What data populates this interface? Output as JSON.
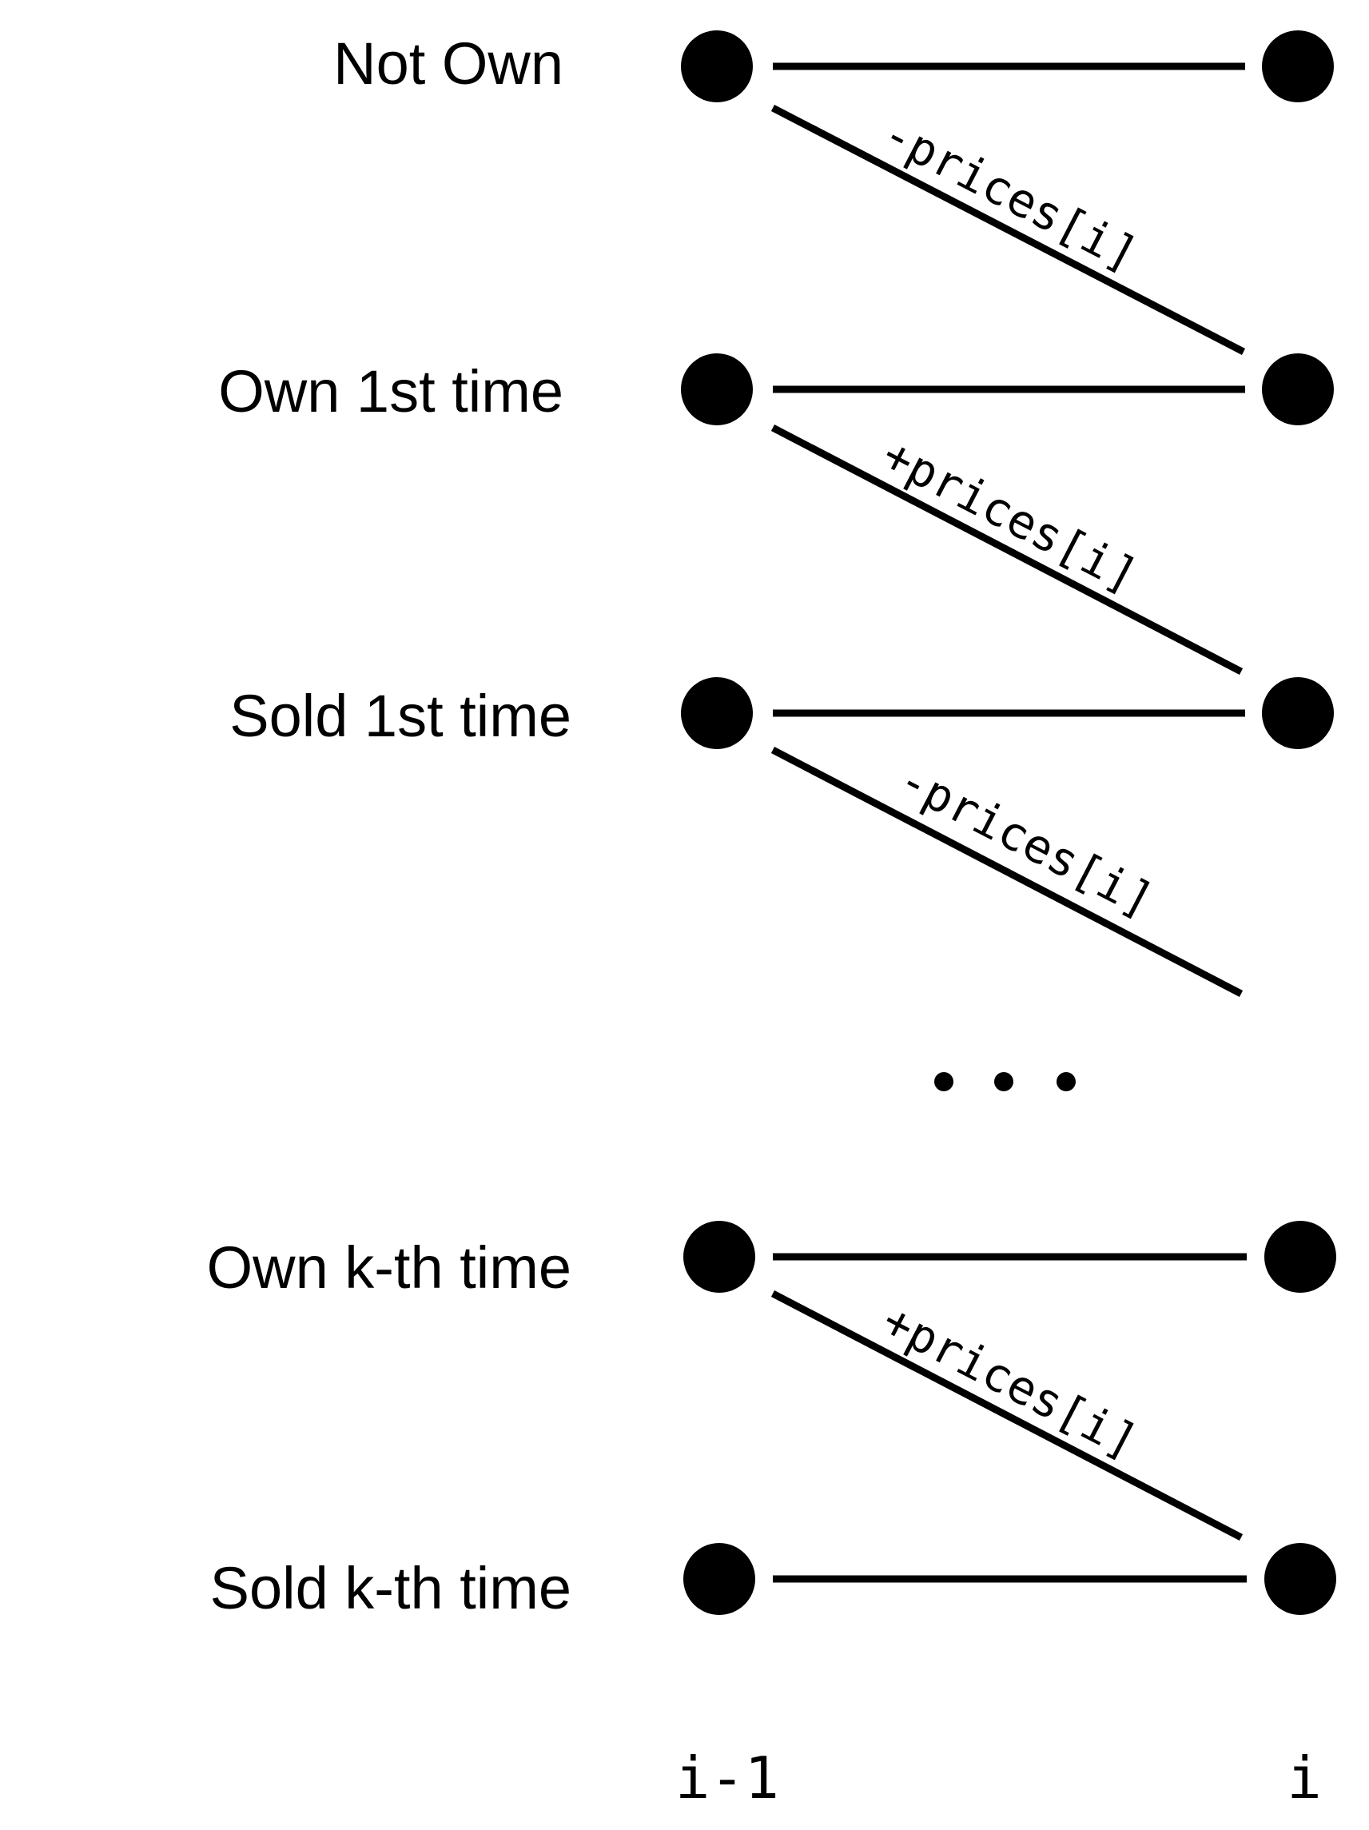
{
  "states": [
    {
      "label": "Not Own"
    },
    {
      "label": "Own 1st time"
    },
    {
      "label": "Sold 1st time"
    },
    {
      "label": "Own k-th time"
    },
    {
      "label": "Sold k-th time"
    }
  ],
  "transitions": [
    {
      "label": "-prices[i]"
    },
    {
      "label": "+prices[i]"
    },
    {
      "label": "-prices[i]"
    },
    {
      "label": "+prices[i]"
    }
  ],
  "ellipsis": "• • •",
  "axis": {
    "left": "i-1",
    "right": "i"
  }
}
